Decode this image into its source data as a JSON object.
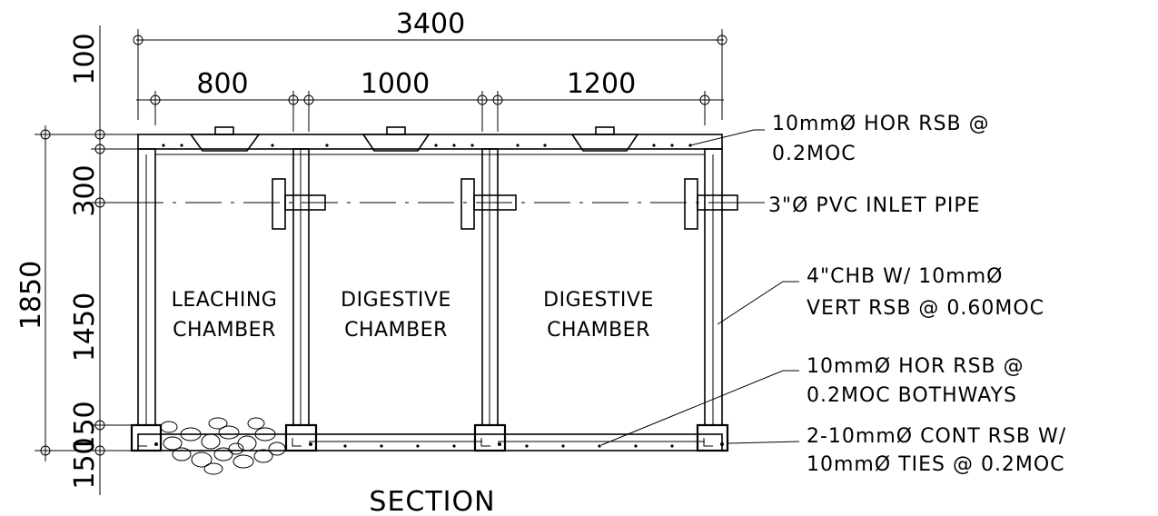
{
  "dimensions": {
    "overall_width": "3400",
    "chamber_widths": [
      "800",
      "1000",
      "1200"
    ],
    "overall_height": "1850",
    "heights": [
      "100",
      "300",
      "1450",
      "150",
      "150"
    ]
  },
  "chambers": [
    {
      "line1": "LEACHING",
      "line2": "CHAMBER"
    },
    {
      "line1": "DIGESTIVE",
      "line2": "CHAMBER"
    },
    {
      "line1": "DIGESTIVE",
      "line2": "CHAMBER"
    }
  ],
  "callouts": [
    {
      "line1": "10mmØ HOR RSB @",
      "line2": "0.2MOC"
    },
    {
      "line1": "3\"Ø PVC INLET PIPE",
      "line2": ""
    },
    {
      "line1": "4\"CHB W/ 10mmØ",
      "line2": "VERT RSB @ 0.60MOC"
    },
    {
      "line1": "10mmØ HOR RSB @",
      "line2": "0.2MOC BOTHWAYS"
    },
    {
      "line1": "2-10mmØ CONT RSB W/",
      "line2": "10mmØ TIES @ 0.2MOC"
    }
  ],
  "title": "SECTION"
}
